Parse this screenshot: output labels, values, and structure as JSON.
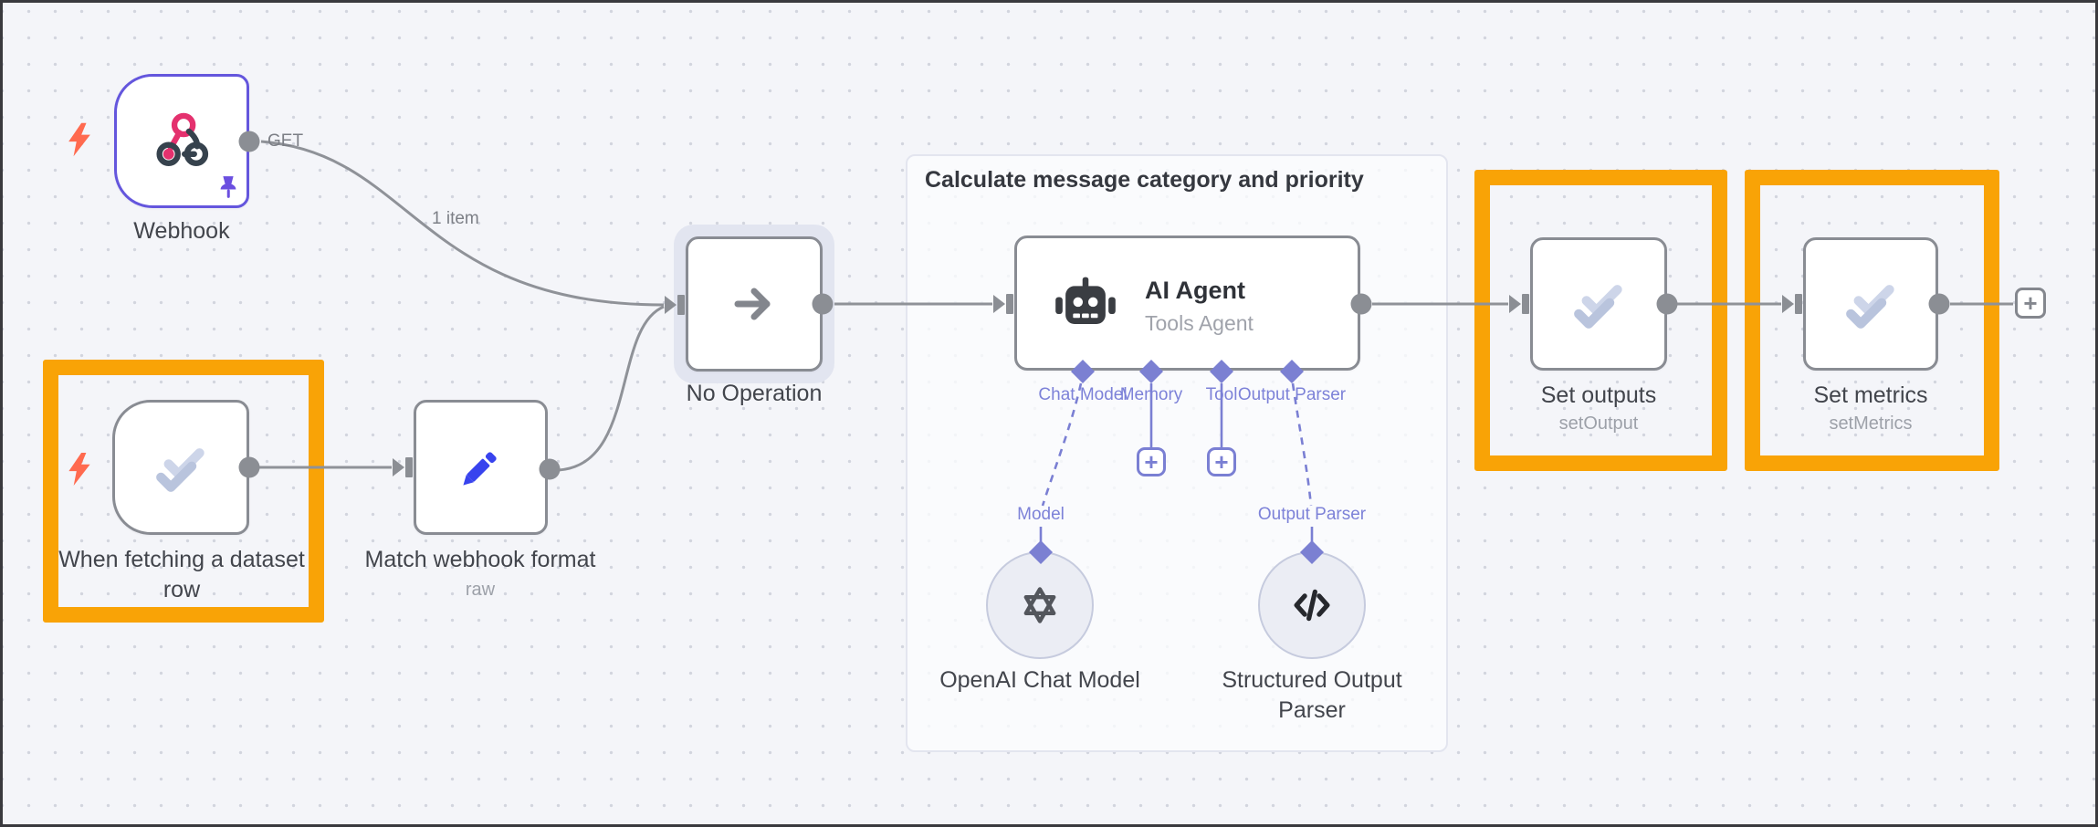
{
  "workflow": {
    "group_title": "Calculate message category and priority",
    "edge_item_count": "1 item",
    "webhook": {
      "name": "Webhook",
      "method": "GET"
    },
    "dataset_trigger": {
      "name_line1": "When fetching a dataset",
      "name_line2": "row"
    },
    "match_format": {
      "name": "Match webhook format",
      "subtitle": "raw"
    },
    "no_operation": {
      "name": "No Operation"
    },
    "ai_agent": {
      "name": "AI Agent",
      "subtitle": "Tools Agent",
      "port_chat_model": "Chat Model",
      "port_memory": "Memory",
      "port_tool": "Tool",
      "port_output_parser": "Output Parser"
    },
    "openai_model": {
      "name": "OpenAI Chat Model",
      "connector_label": "Model"
    },
    "structured_parser": {
      "name_line1": "Structured Output",
      "name_line2": "Parser",
      "connector_label": "Output Parser"
    },
    "set_outputs": {
      "name": "Set outputs",
      "subtitle": "setOutput"
    },
    "set_metrics": {
      "name": "Set metrics",
      "subtitle": "setMetrics"
    },
    "icons": {
      "plus": "+"
    },
    "colors": {
      "highlight_orange": "#F9A306",
      "node_border": "#898C93",
      "edge_gray": "#8F9298",
      "ai_purple": "#7A7FD3",
      "webhook_border": "#6456DD",
      "pencil_blue": "#3843EE",
      "bolt_red": "#FF6A4F"
    }
  }
}
